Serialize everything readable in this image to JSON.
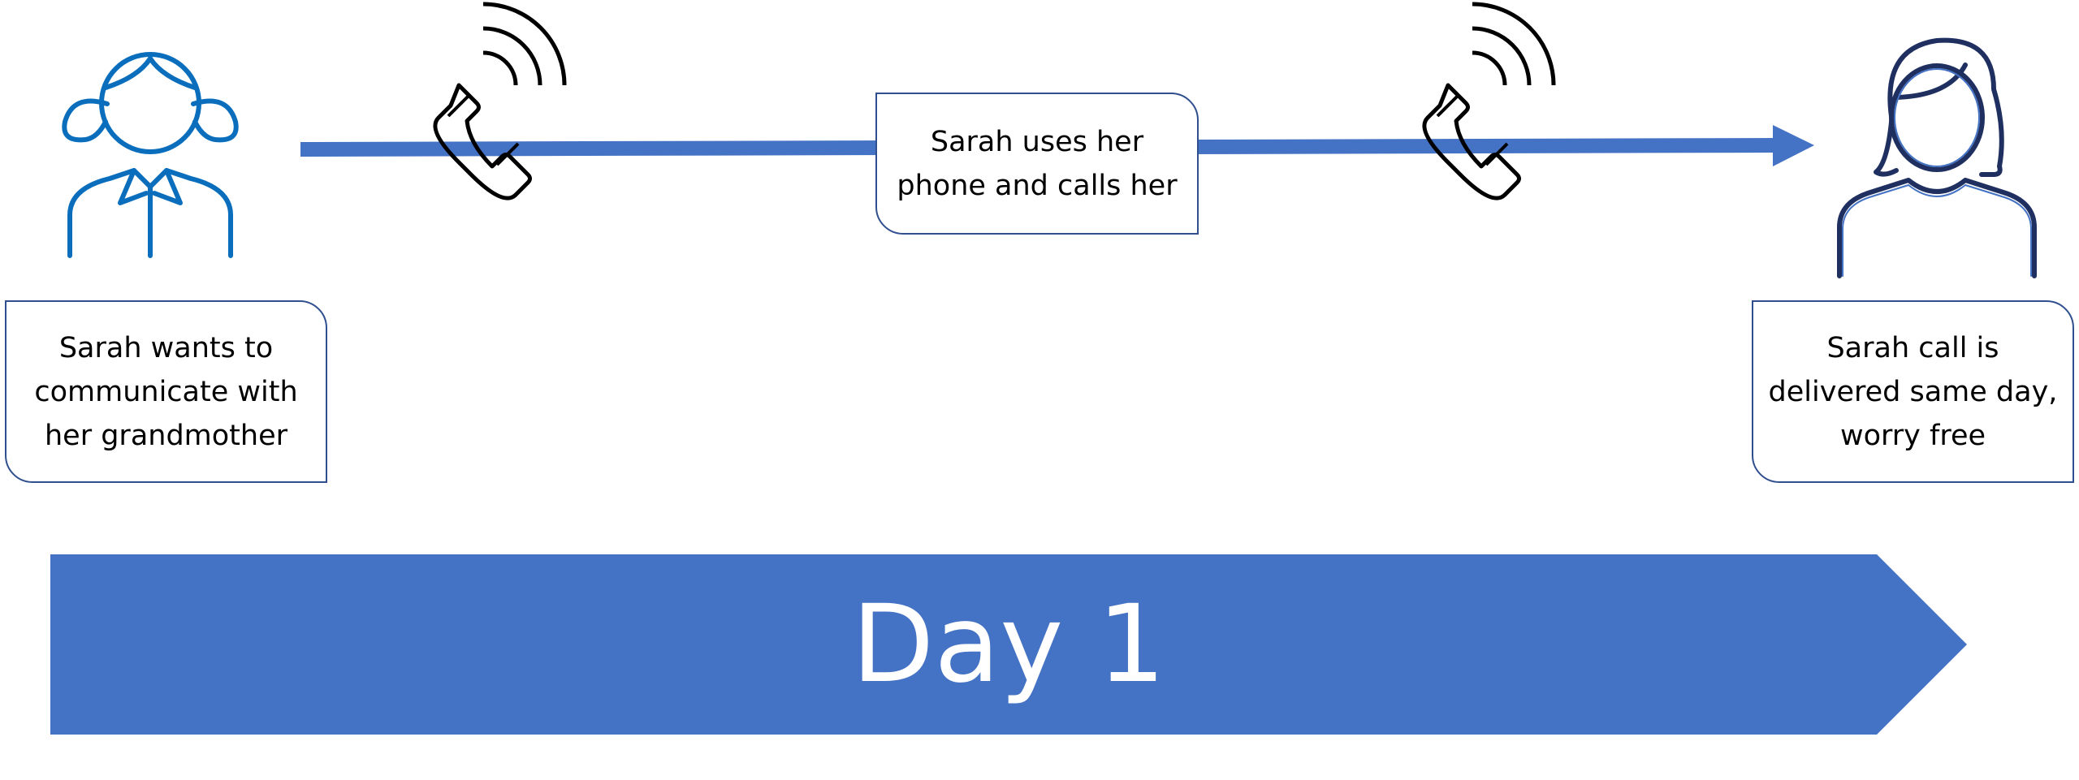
{
  "colors": {
    "accent_blue": "#4472C4",
    "girl_icon_blue": "#0A6EBD",
    "callout_border": "#2F4F8F",
    "phone_icon": "#000000"
  },
  "icons": {
    "sender": "girl-person-icon",
    "receiver": "woman-person-icon",
    "call": "phone-ringing-icon"
  },
  "steps": {
    "start": "Sarah wants to communicate with her grandmother",
    "middle": "Sarah uses her phone and calls her",
    "end": "Sarah call is delivered same day, worry free"
  },
  "timeline": {
    "label": "Day 1"
  }
}
